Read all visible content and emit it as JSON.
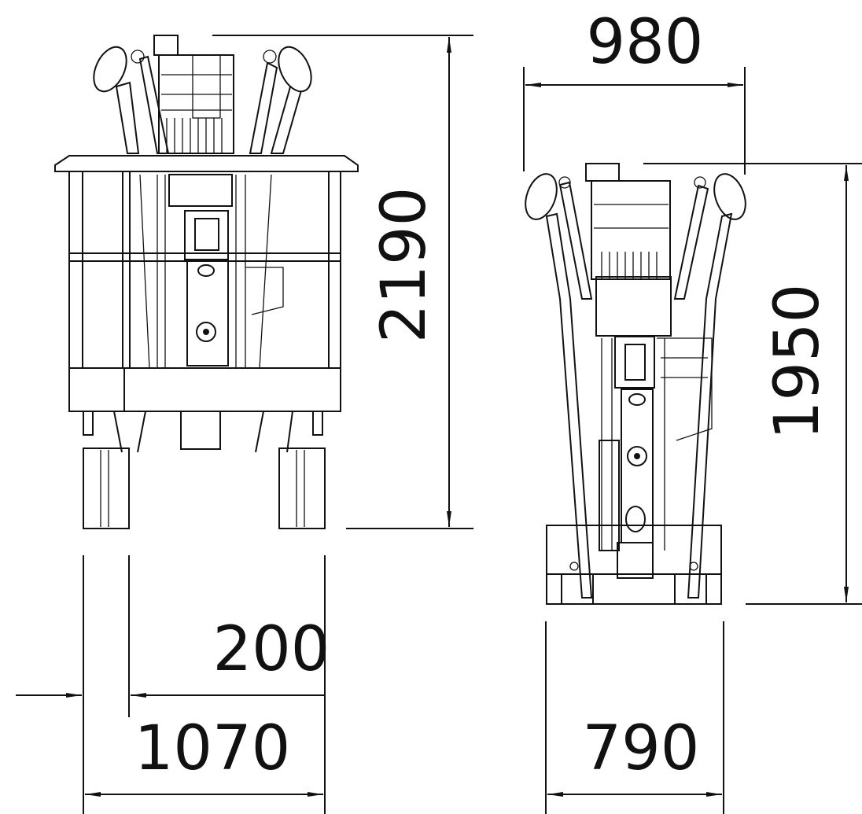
{
  "dimensions": {
    "front_height": "2190",
    "side_height": "1950",
    "side_length": "980",
    "front_wheel_offset": "200",
    "front_width": "1070",
    "side_width": "790"
  }
}
